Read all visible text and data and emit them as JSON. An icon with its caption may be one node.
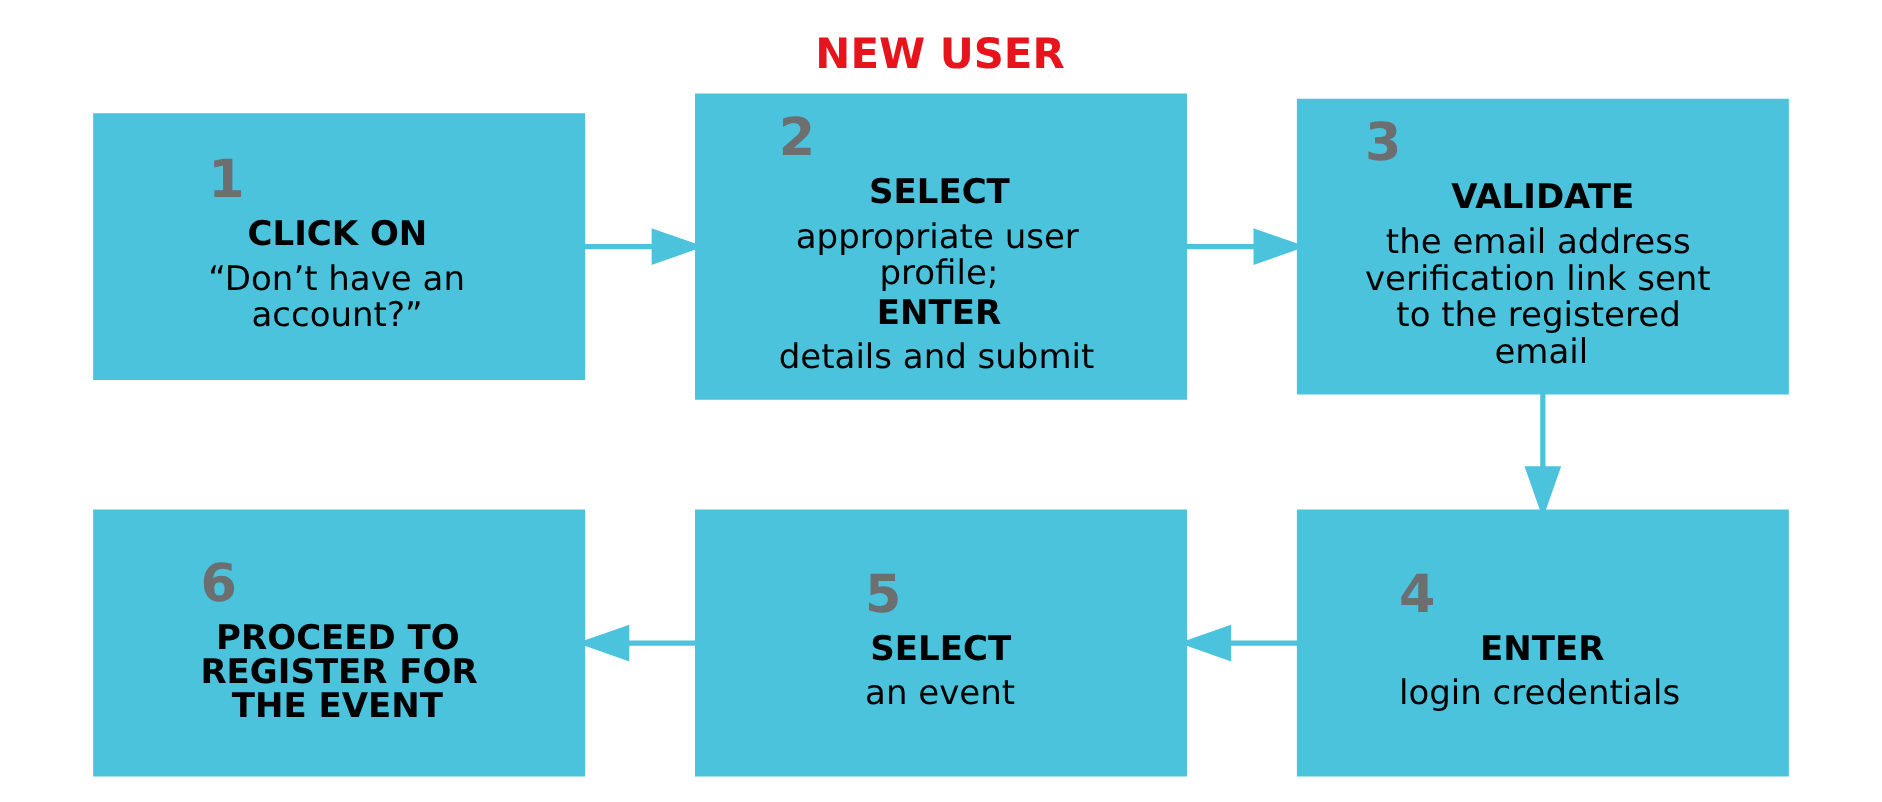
{
  "diagram": {
    "title": "NEW USER",
    "nodes": [
      {
        "text": [
          "1",
          "CLICK ON",
          "“Don’t have an account?”"
        ]
      },
      {
        "text": [
          "2",
          "SELECT",
          "appropriate user profile;",
          "ENTER",
          "details and submit"
        ]
      },
      {
        "text": [
          "3",
          "VALIDATE",
          "the email address verification link sent to the registered email"
        ]
      },
      {
        "text": [
          "4",
          "ENTER",
          "login credentials"
        ]
      },
      {
        "text": [
          "5",
          "SELECT",
          "an event"
        ]
      },
      {
        "text": [
          "6",
          "PROCEED TO REGISTER FOR THE EVENT"
        ]
      }
    ],
    "edges": [
      {
        "from": 0,
        "to": 1,
        "arrow": "to"
      },
      {
        "from": 1,
        "to": 2,
        "arrow": "to"
      },
      {
        "from": 2,
        "to": 3,
        "arrow": "to"
      },
      {
        "from": 3,
        "to": 4,
        "arrow": "to"
      },
      {
        "from": 4,
        "to": 5,
        "arrow": "to"
      }
    ]
  }
}
